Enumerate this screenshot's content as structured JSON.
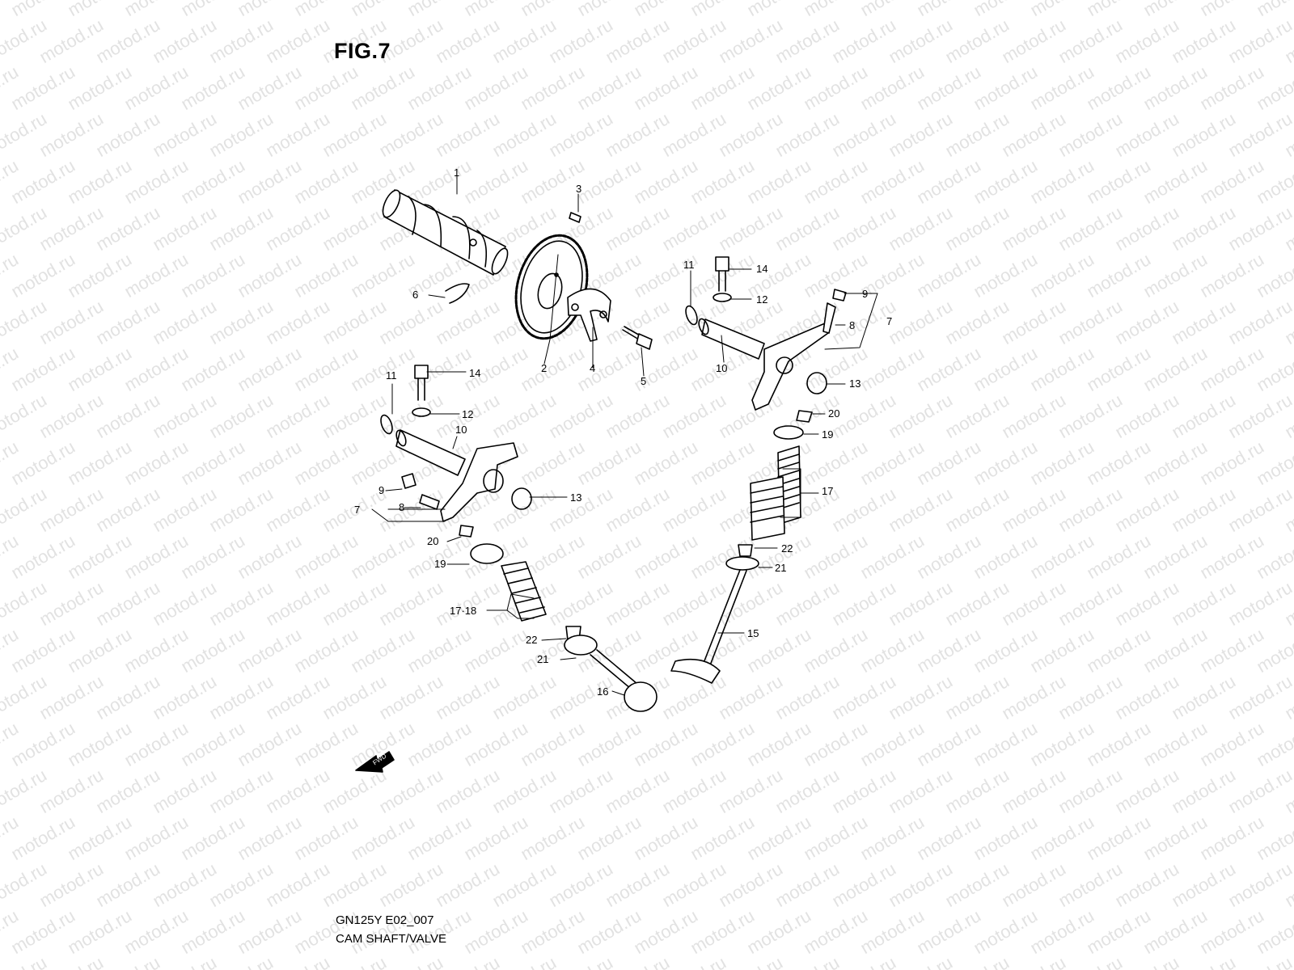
{
  "figure": {
    "title": "FIG.7",
    "code": "GN125Y E02_007",
    "name": "CAM SHAFT/VALVE"
  },
  "watermark": {
    "text": "motod.ru"
  },
  "fwd_label": "FWD",
  "callouts": [
    "1",
    "2",
    "3",
    "4",
    "5",
    "6",
    "7",
    "8",
    "9",
    "10",
    "11",
    "12",
    "13",
    "14",
    "15",
    "16",
    "17",
    "17·18",
    "19",
    "20",
    "21",
    "22"
  ]
}
